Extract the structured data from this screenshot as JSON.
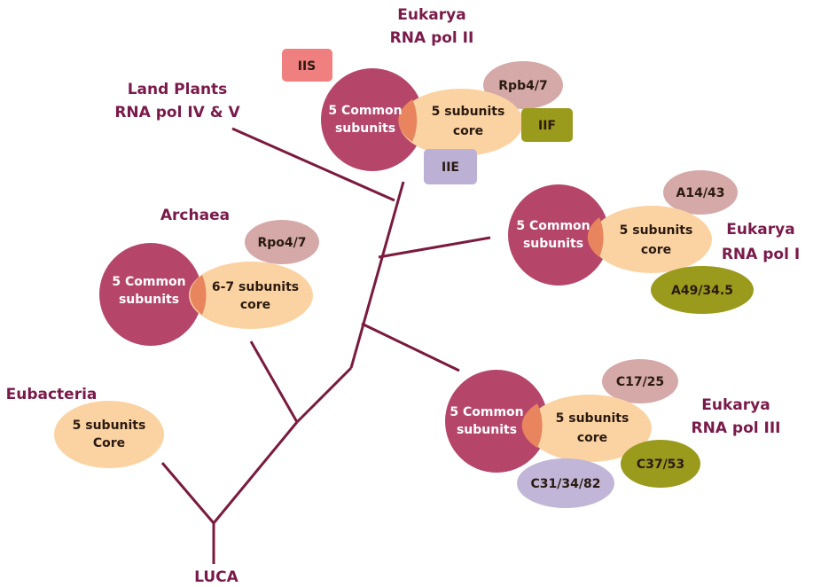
{
  "colors": {
    "common": "#b5466a",
    "core": "#fbd3a3",
    "overlap": "#e8845e",
    "label": "#7a1a4a",
    "branch": "#7a1a3e"
  },
  "luca": "LUCA",
  "eubacteria": {
    "title": "Eubacteria",
    "core": [
      "5 subunits",
      "Core"
    ]
  },
  "archaea": {
    "title": "Archaea",
    "common": [
      "5 Common",
      "subunits"
    ],
    "core": [
      "6-7 subunits",
      "core"
    ],
    "extra": "Rpo4/7"
  },
  "plants": {
    "title": [
      "Land Plants",
      "RNA pol IV & V"
    ]
  },
  "pol2": {
    "title": [
      "Eukarya",
      "RNA pol II"
    ],
    "common": [
      "5 Common",
      "subunits"
    ],
    "core": [
      "5 subunits",
      "core"
    ],
    "rpb": "Rpb4/7",
    "iis": "IIS",
    "iif": "IIF",
    "iie": "IIE"
  },
  "pol1": {
    "title": [
      "Eukarya",
      "RNA pol I"
    ],
    "common": [
      "5 Common",
      "subunits"
    ],
    "core": [
      "5 subunits",
      "core"
    ],
    "a14": "A14/43",
    "a49": "A49/34.5"
  },
  "pol3": {
    "title": [
      "Eukarya",
      "RNA pol III"
    ],
    "common": [
      "5 Common",
      "subunits"
    ],
    "core": [
      "5 subunits",
      "core"
    ],
    "c17": "C17/25",
    "c37": "C37/53",
    "c31": "C31/34/82"
  }
}
